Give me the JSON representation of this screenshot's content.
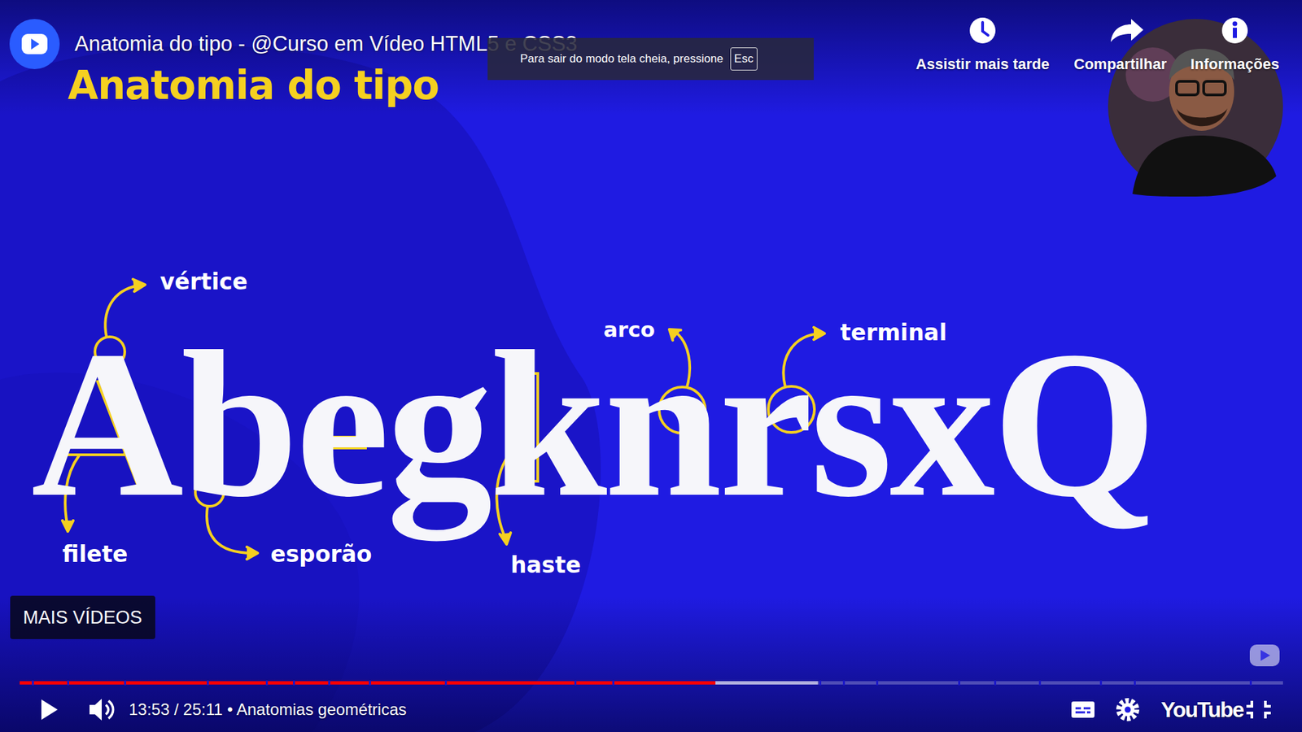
{
  "diagram": {
    "title": "Anatomia do tipo",
    "nodes": [
      {
        "text": [
          "Para sair do modo tela cheia, pressione"
        ]
      },
      {
        "text": [
          "Esc"
        ],
        "in": 0
      },
      {
        "text": [
          "MAIS VÍDEOS"
        ]
      }
    ],
    "labels": [
      "Anatomia do tipo - @Curso em Vídeo HTML5 e CSS3",
      "Assistir mais tarde",
      "Compartilhar",
      "Informações",
      "vértice",
      "arco",
      "terminal",
      "AbegknrsxQ",
      "filete",
      "esporão",
      "haste",
      "13:53 / 25:11 • Anatomias geométricas",
      "YouTube"
    ]
  }
}
